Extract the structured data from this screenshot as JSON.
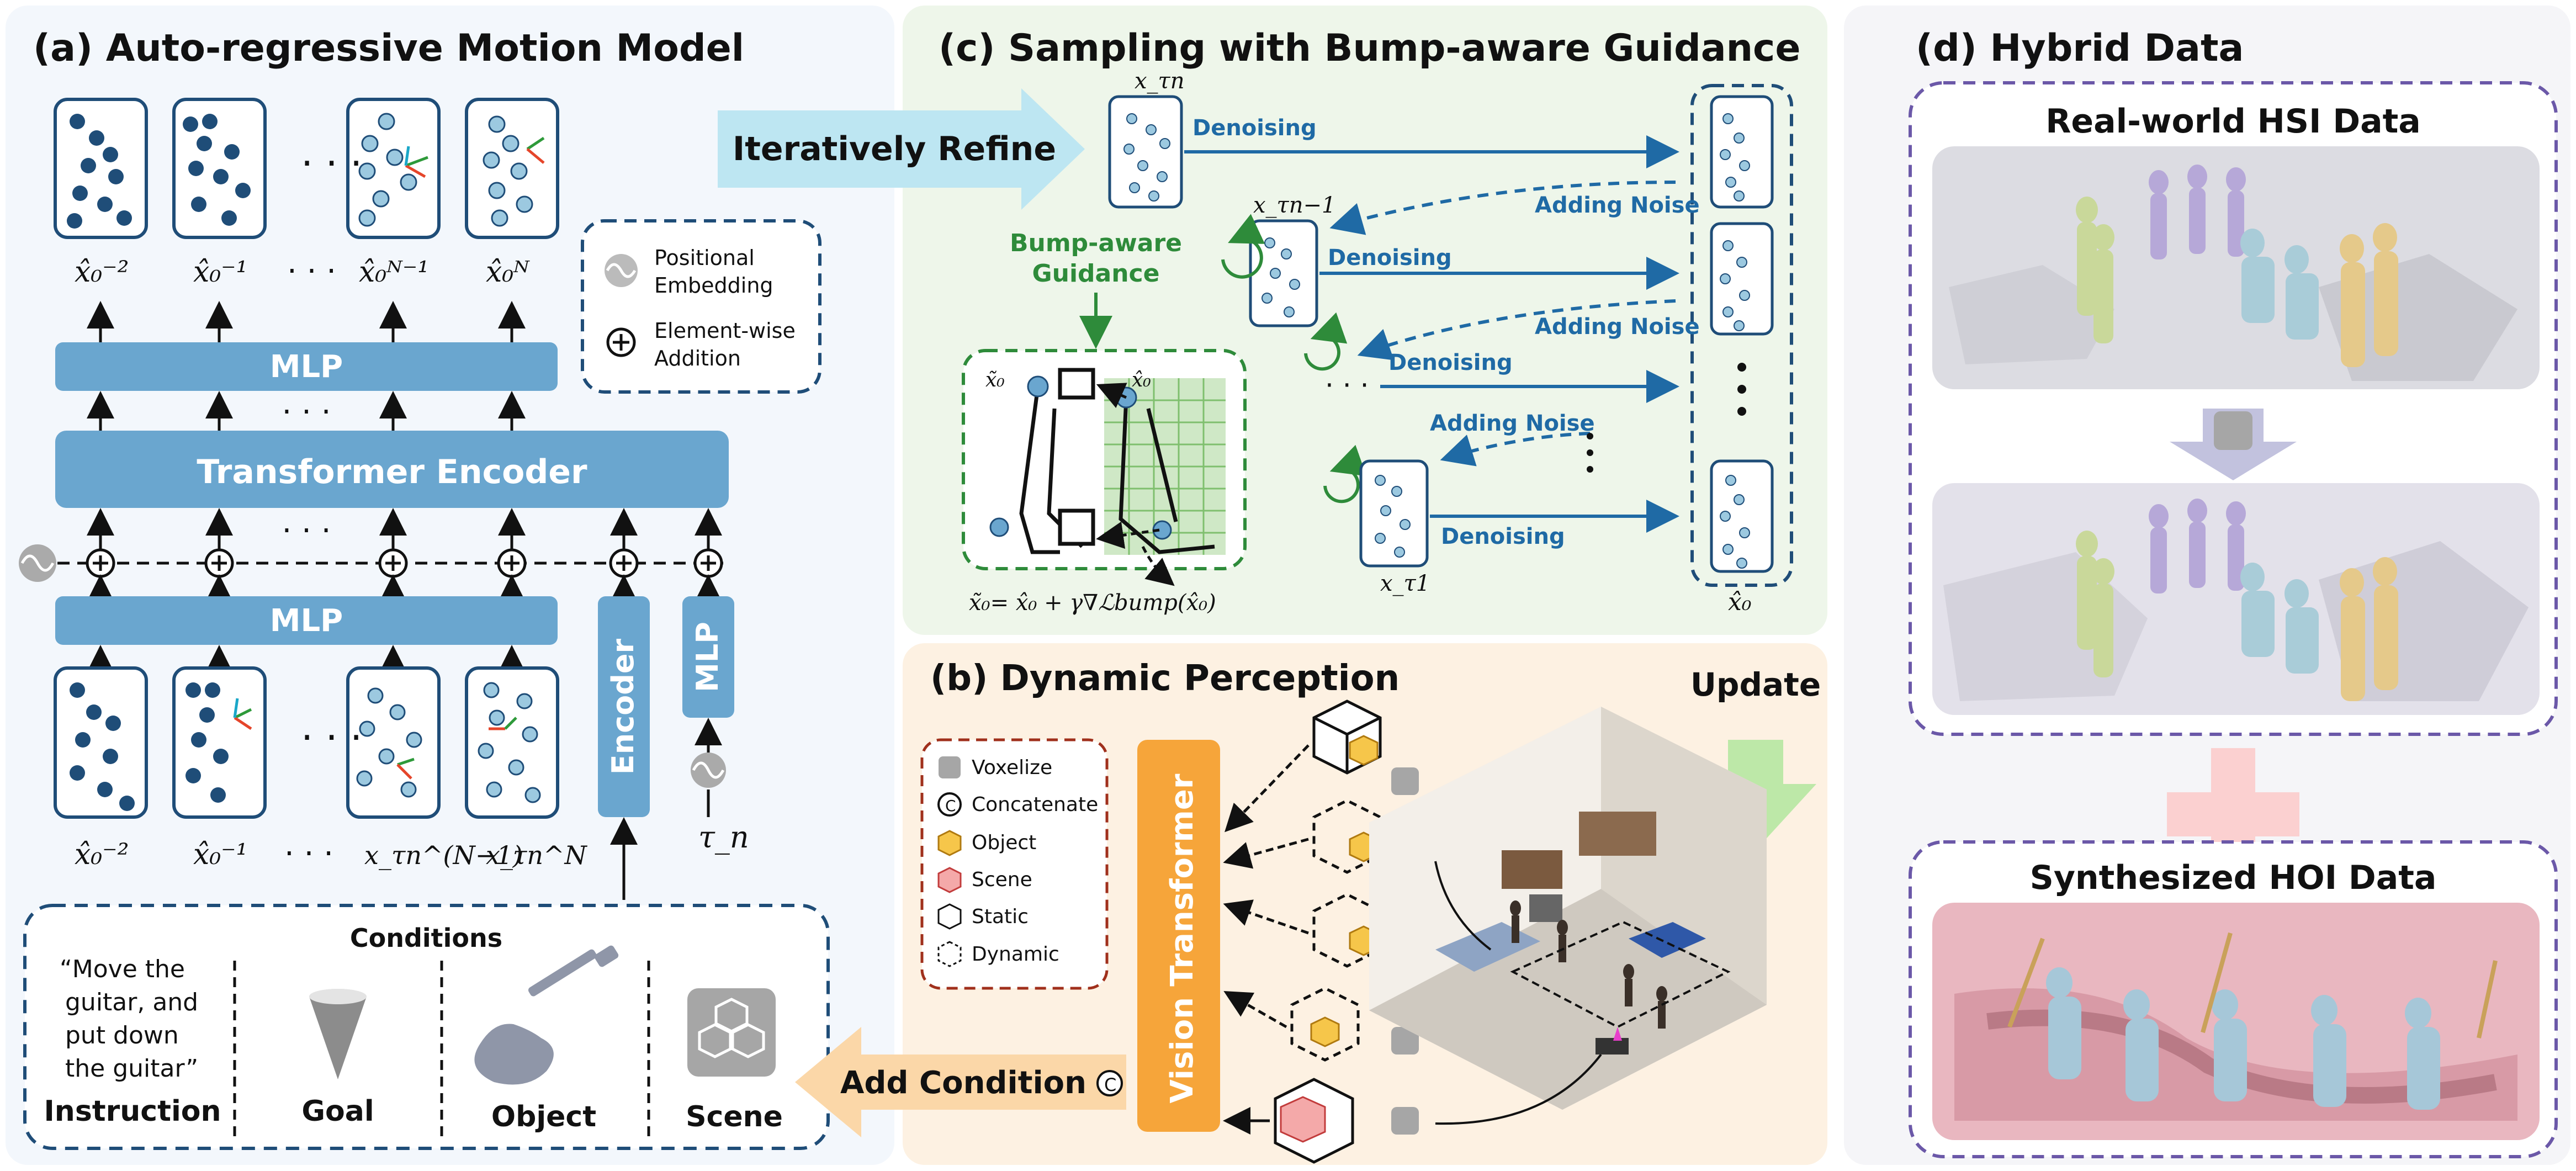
{
  "panel_a": {
    "title": "(a) Auto-regressive Motion Model",
    "mlp_top": "MLP",
    "transformer": "Transformer Encoder",
    "mlp_bottom": "MLP",
    "encoder": "Encoder",
    "mlp_tau": "MLP",
    "dots": "· · ·",
    "top_labels": [
      "x̂₀⁻²",
      "x̂₀⁻¹",
      "x̂₀ᴺ⁻¹",
      "x̂₀ᴺ"
    ],
    "bottom_labels": [
      "x̂₀⁻²",
      "x̂₀⁻¹",
      "x_τn^(N−1)",
      "x_τn^N"
    ],
    "tau_label": "τ_n",
    "legend": {
      "pos_emb": "Positional Embedding",
      "add": "Element-wise Addition"
    },
    "conditions": {
      "title": "Conditions",
      "instruction_text": "“Move the guitar, and put down the guitar”",
      "labels": [
        "Instruction",
        "Goal",
        "Object",
        "Scene"
      ]
    }
  },
  "panel_c": {
    "title": "(c) Sampling with Bump-aware Guidance",
    "refine": "Iteratively Refine",
    "guidance": "Bump-aware Guidance",
    "denoising": "Denoising",
    "adding_noise": "Adding Noise",
    "x_tau_n": "x_τn",
    "x_tau_n1": "x_τn−1",
    "x_tau_1": "x_τ1",
    "x0hat": "x̂₀",
    "x0tilde": "x̃₀",
    "formula": "x̃₀= x̂₀ + γ∇ℒbump(x̂₀)",
    "update": "Update"
  },
  "panel_b": {
    "title": "(b) Dynamic Perception",
    "vit": "Vision Transformer",
    "add_condition": "Add Condition",
    "legend": [
      "Voxelize",
      "Concatenate",
      "Object",
      "Scene",
      "Static",
      "Dynamic"
    ]
  },
  "panel_d": {
    "title": "(d) Hybrid Data",
    "real": "Real-world HSI Data",
    "synth": "Synthesized HOI Data"
  },
  "colors": {
    "blue_block": "#6aa6cf",
    "orange": "#f6a53a",
    "green_bg": "#eef6ea",
    "orange_bg": "#fdf1e2",
    "purple": "#6b58a8",
    "dark_blue": "#1f4d78"
  }
}
